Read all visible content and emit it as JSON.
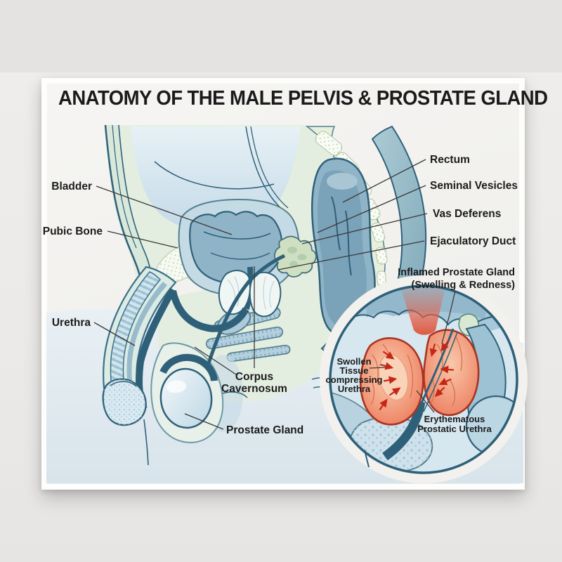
{
  "poster": {
    "title": "ANATOMY OF THE MALE PELVIS & PROSTATE GLAND"
  },
  "labels": {
    "bladder": "Bladder",
    "pubic_bone": "Pubic Bone",
    "urethra": "Urethra",
    "rectum": "Rectum",
    "seminal_vesicles": "Seminal Vesicles",
    "vas_deferens": "Vas Deferens",
    "ejaculatory_duct": "Ejaculatory Duct",
    "corpus_cavernosum": {
      "line1": "Corpus",
      "line2": "Cavernosum"
    },
    "prostate_gland": "Prostate Gland"
  },
  "inset": {
    "inflamed_prostate": {
      "line1": "Inflamed Prostate Gland",
      "line2": "(Swelling & Redness)"
    },
    "swollen_tissue": {
      "line1": "Swollen",
      "line2": "Tissue",
      "line3": "compressing",
      "line4": "Urethra"
    },
    "erythematous": {
      "line1": "Erythematous",
      "line2": "Prostatic Urethra"
    }
  },
  "colors": {
    "outline_teal": "#2f6079",
    "tissue_green": "#e4eee0",
    "organ_blue": "#8fb4c7",
    "bone_speckle": "#c2d4ae",
    "inflamed_red": "#e4674a",
    "inflamed_border": "#aa3322",
    "arrow_red": "#c62616",
    "inset_background": "#d6e7ef",
    "label_text": "#1c1c1c",
    "card_background": "#f2f1ee"
  }
}
